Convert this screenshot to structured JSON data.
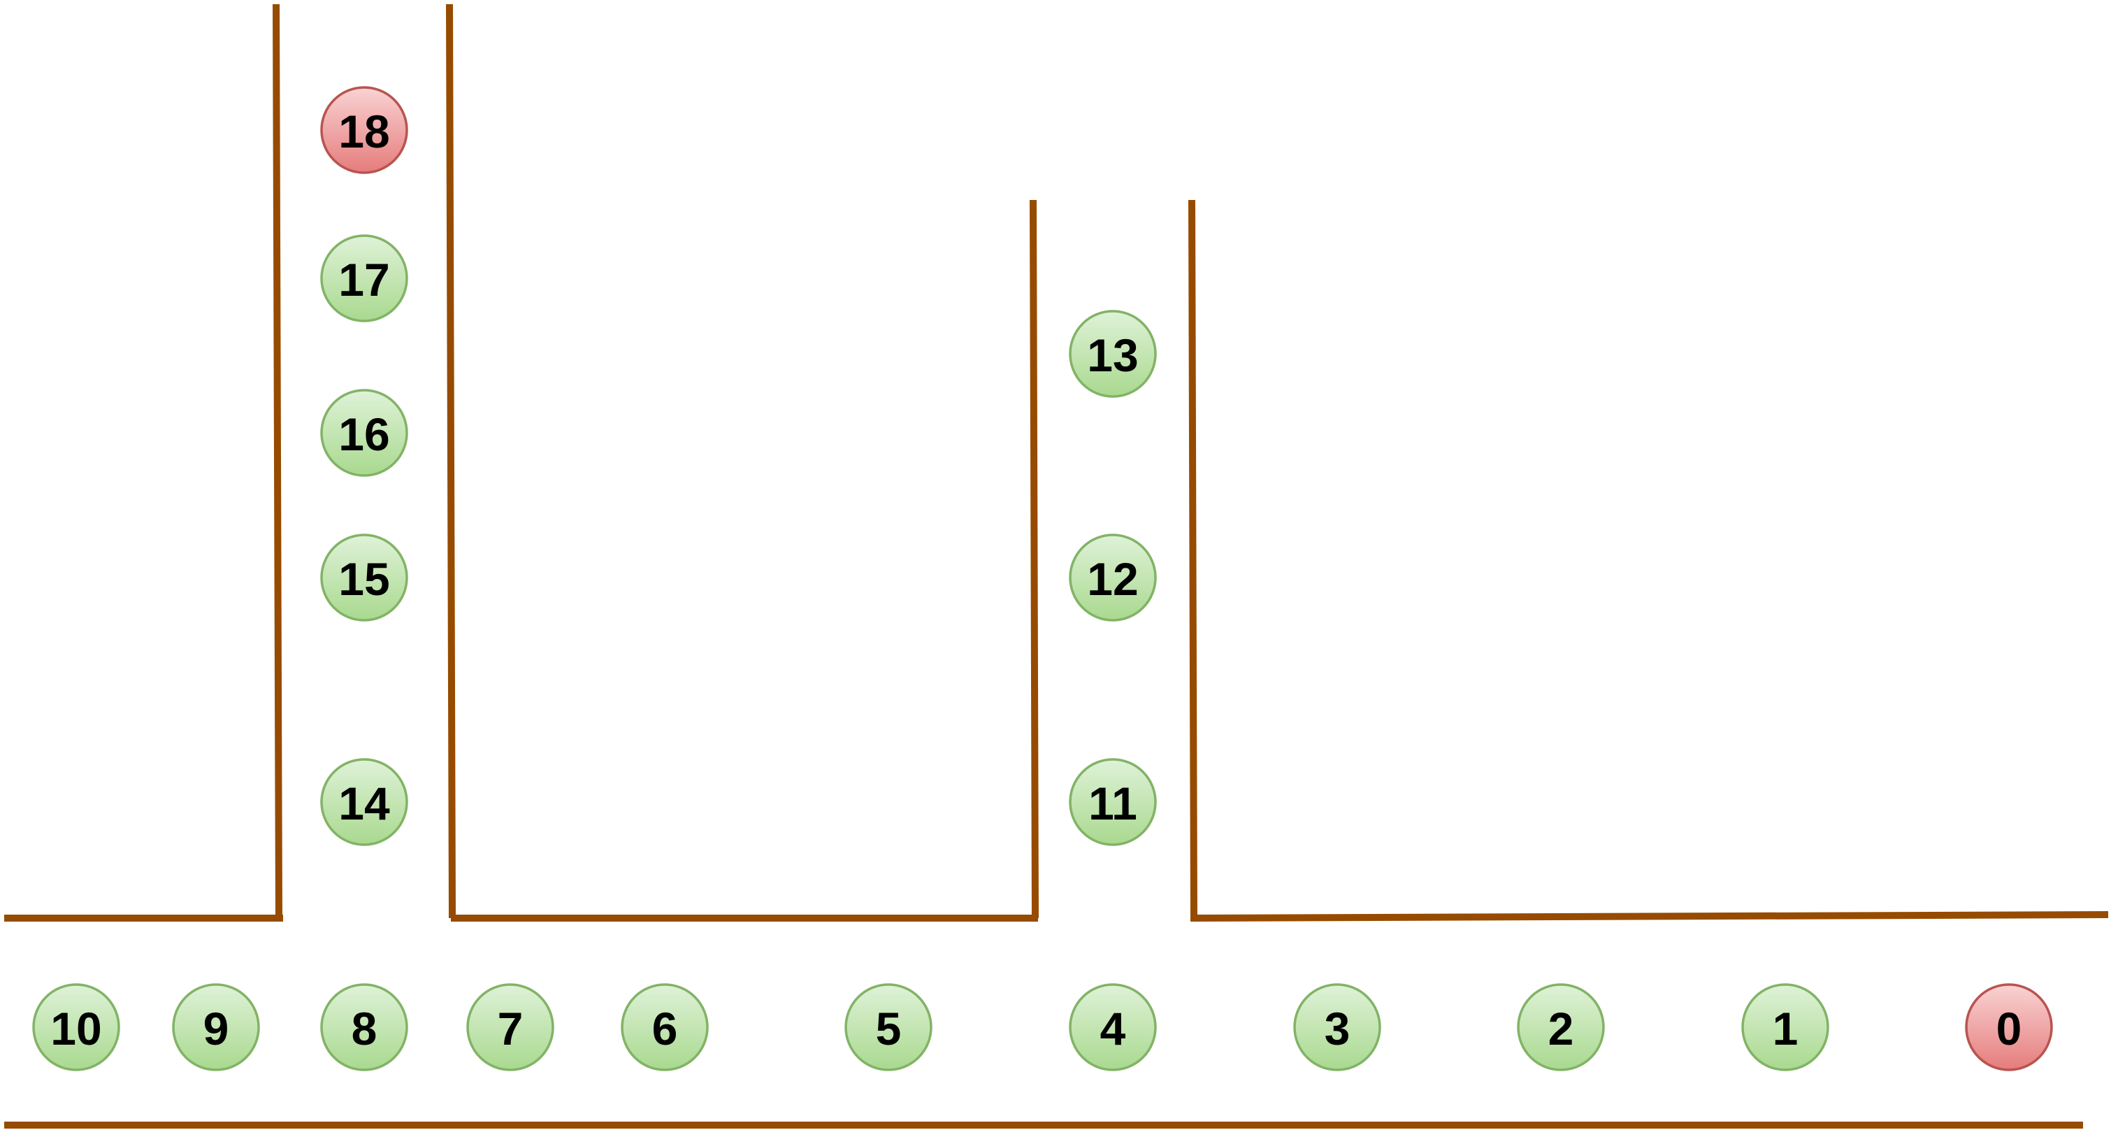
{
  "colors": {
    "wall": "#964B00",
    "node_default_fill_top": "#DFF2D8",
    "node_default_fill_bottom": "#A9D98F",
    "node_default_stroke": "#82B366",
    "node_highlight_fill_top": "#F9D3D3",
    "node_highlight_fill_bottom": "#E67C7C",
    "node_highlight_stroke": "#B85450"
  },
  "nodes": [
    {
      "label": "0",
      "highlight": true
    },
    {
      "label": "1",
      "highlight": false
    },
    {
      "label": "2",
      "highlight": false
    },
    {
      "label": "3",
      "highlight": false
    },
    {
      "label": "4",
      "highlight": false
    },
    {
      "label": "5",
      "highlight": false
    },
    {
      "label": "6",
      "highlight": false
    },
    {
      "label": "7",
      "highlight": false
    },
    {
      "label": "8",
      "highlight": false
    },
    {
      "label": "9",
      "highlight": false
    },
    {
      "label": "10",
      "highlight": false
    },
    {
      "label": "11",
      "highlight": false
    },
    {
      "label": "12",
      "highlight": false
    },
    {
      "label": "13",
      "highlight": false
    },
    {
      "label": "14",
      "highlight": false
    },
    {
      "label": "15",
      "highlight": false
    },
    {
      "label": "16",
      "highlight": false
    },
    {
      "label": "17",
      "highlight": false
    },
    {
      "label": "18",
      "highlight": true
    }
  ]
}
